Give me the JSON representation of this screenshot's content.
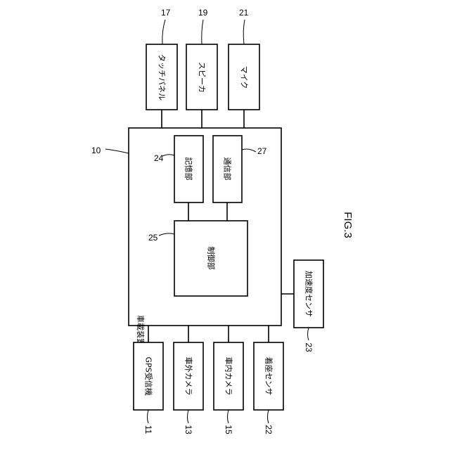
{
  "figure_label": "FIG.3",
  "main_device": {
    "label": "車載装置",
    "ref": "10"
  },
  "internal": {
    "storage": {
      "label": "記憶部",
      "ref": "24"
    },
    "comm": {
      "label": "通信部",
      "ref": "27"
    },
    "control": {
      "label": "制御部",
      "ref": "25"
    }
  },
  "top_devices": [
    {
      "label": "タッチパネル",
      "ref": "17"
    },
    {
      "label": "スピーカ",
      "ref": "19"
    },
    {
      "label": "マイク",
      "ref": "21"
    }
  ],
  "bottom_devices": [
    {
      "label": "GPS受信機",
      "ref": "11"
    },
    {
      "label": "車外カメラ",
      "ref": "13"
    },
    {
      "label": "車内カメラ",
      "ref": "15"
    },
    {
      "label": "着座センサ",
      "ref": "22"
    }
  ],
  "accel_sensor": {
    "label": "加速度センサ",
    "ref": "23"
  }
}
